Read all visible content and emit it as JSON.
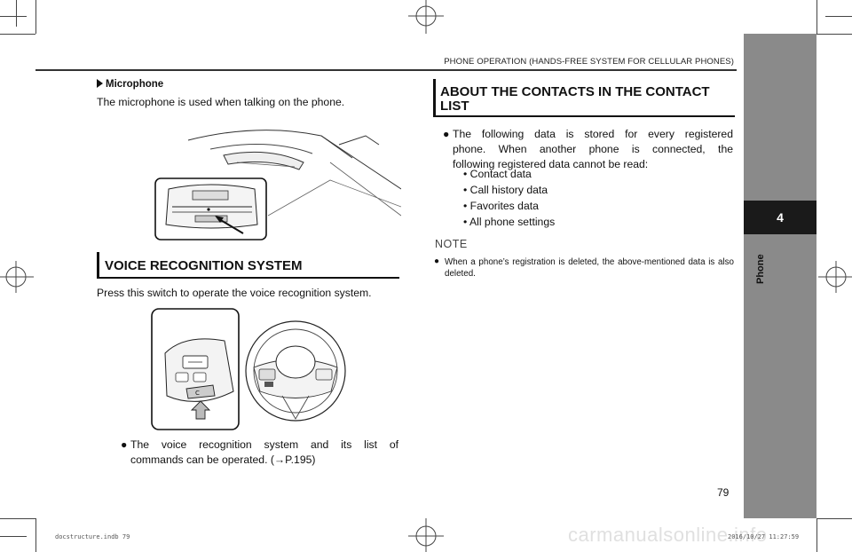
{
  "header": {
    "title": "PHONE OPERATION (HANDS-FREE SYSTEM FOR CELLULAR PHONES)"
  },
  "side_tab": {
    "chapter_number": "4",
    "chapter_label": "Phone"
  },
  "left": {
    "microphone_heading": "Microphone",
    "microphone_text": "The microphone is used when talking on the phone.",
    "voice_heading": "VOICE RECOGNITION SYSTEM",
    "voice_text": "Press this switch to operate the voice recognition system.",
    "voice_bullet_line1": "The voice recognition system and its list of",
    "voice_bullet_line2": "commands can be operated. (→P.195)"
  },
  "right": {
    "contacts_heading_line1": "ABOUT THE CONTACTS IN THE CONTACT",
    "contacts_heading_line2": "LIST",
    "contacts_bullet_line1": "The following data is stored for every registered",
    "contacts_bullet_line2": "phone. When another phone is connected, the",
    "contacts_bullet_line3": "following registered data cannot be read:",
    "items": [
      "Contact data",
      "Call history data",
      "Favorites data",
      "All phone settings"
    ],
    "note_title": "NOTE",
    "note_text": "When a phone’s registration is deleted, the above-mentioned data is also deleted."
  },
  "page_number": "79",
  "footer": {
    "file_ref": "docstructure.indb   79",
    "timestamp": "2016/10/27   11:27:59"
  },
  "watermark": "carmanualsonline.info"
}
